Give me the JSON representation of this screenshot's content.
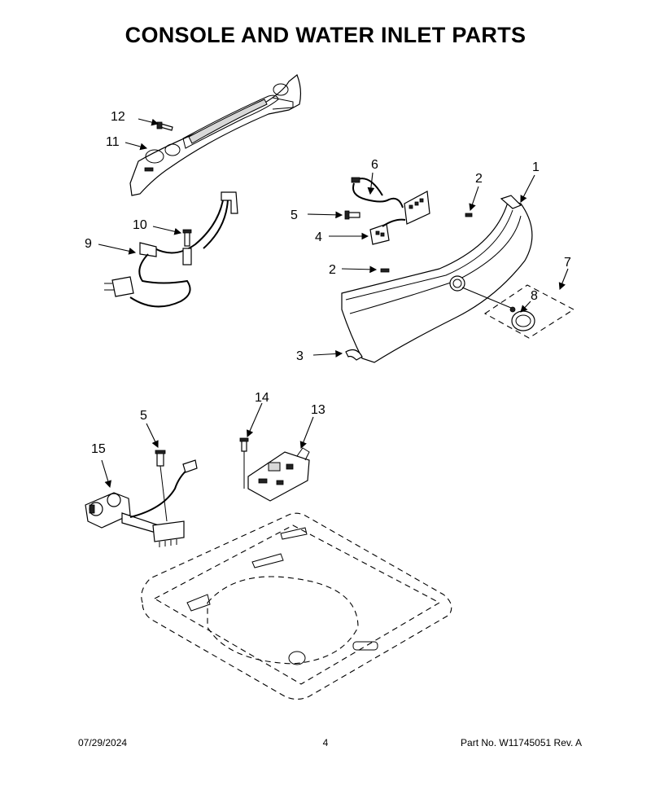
{
  "title": "CONSOLE AND WATER INLET PARTS",
  "callouts": [
    "1",
    "2",
    "2",
    "3",
    "4",
    "5",
    "6",
    "7",
    "8",
    "9",
    "10",
    "11",
    "12",
    "5",
    "13",
    "14",
    "15"
  ],
  "footer": {
    "date": "07/29/2024",
    "page": "4",
    "part_no": "Part No.  W11745051   Rev.  A"
  },
  "colors": {
    "line": "#000000",
    "background": "#ffffff"
  }
}
